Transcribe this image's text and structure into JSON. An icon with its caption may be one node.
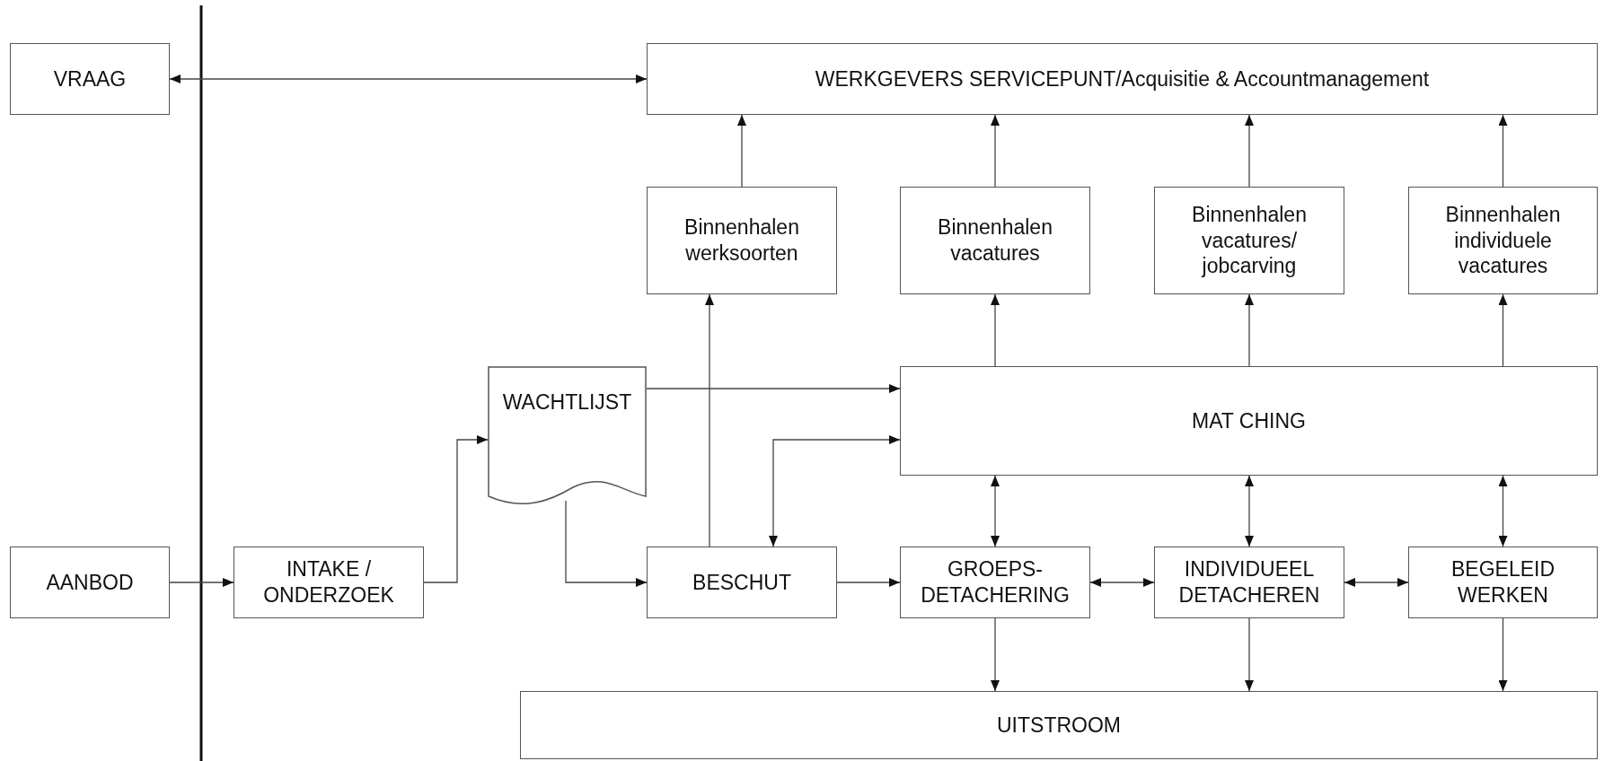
{
  "diagram": {
    "nodes": [
      {
        "text": [
          "VRAAG"
        ]
      },
      {
        "text": [
          "WERKGEVERS SERVICEPUNT/Acquisitie & Accountmanagement"
        ]
      },
      {
        "text": [
          "Binnenhalen werksoorten"
        ]
      },
      {
        "text": [
          "Binnenhalen vacatures"
        ]
      },
      {
        "text": [
          "Binnenhalen vacatures/ jobcarving"
        ]
      },
      {
        "text": [
          "Binnenhalen individuele vacatures"
        ]
      },
      {
        "text": [
          "WACHTLIJST"
        ]
      },
      {
        "text": [
          "MAT CHING"
        ]
      },
      {
        "text": [
          "AANBOD"
        ]
      },
      {
        "text": [
          "INTAKE / ONDERZOEK"
        ]
      },
      {
        "text": [
          "BESCHUT"
        ]
      },
      {
        "text": [
          "GROEPS-DETACHERING"
        ]
      },
      {
        "text": [
          "INDIVIDUEEL DETACHEREN"
        ]
      },
      {
        "text": [
          "BEGELEID WERKEN"
        ]
      },
      {
        "text": [
          "UITSTROOM"
        ]
      }
    ],
    "edges": [
      {
        "from": 0,
        "to": 1,
        "arrow": "both"
      },
      {
        "from": 2,
        "to": 1,
        "arrow": "to"
      },
      {
        "from": 3,
        "to": 1,
        "arrow": "to"
      },
      {
        "from": 4,
        "to": 1,
        "arrow": "to"
      },
      {
        "from": 5,
        "to": 1,
        "arrow": "to"
      },
      {
        "from": 7,
        "to": 3,
        "arrow": "to"
      },
      {
        "from": 7,
        "to": 4,
        "arrow": "to"
      },
      {
        "from": 7,
        "to": 5,
        "arrow": "to"
      },
      {
        "from": 10,
        "to": 2,
        "arrow": "to"
      },
      {
        "from": 8,
        "to": 9,
        "arrow": "to"
      },
      {
        "from": 9,
        "to": 6,
        "arrow": "to"
      },
      {
        "from": 6,
        "to": 7,
        "arrow": "to"
      },
      {
        "from": 6,
        "to": 10,
        "arrow": "to"
      },
      {
        "from": 10,
        "to": 7,
        "arrow": "both"
      },
      {
        "from": 10,
        "to": 11,
        "arrow": "to"
      },
      {
        "from": 11,
        "to": 12,
        "arrow": "both"
      },
      {
        "from": 12,
        "to": 13,
        "arrow": "both"
      },
      {
        "from": 7,
        "to": 11,
        "arrow": "both"
      },
      {
        "from": 7,
        "to": 12,
        "arrow": "both"
      },
      {
        "from": 7,
        "to": 13,
        "arrow": "both"
      },
      {
        "from": 11,
        "to": 14,
        "arrow": "to"
      },
      {
        "from": 12,
        "to": 14,
        "arrow": "to"
      },
      {
        "from": 13,
        "to": 14,
        "arrow": "to"
      }
    ]
  }
}
